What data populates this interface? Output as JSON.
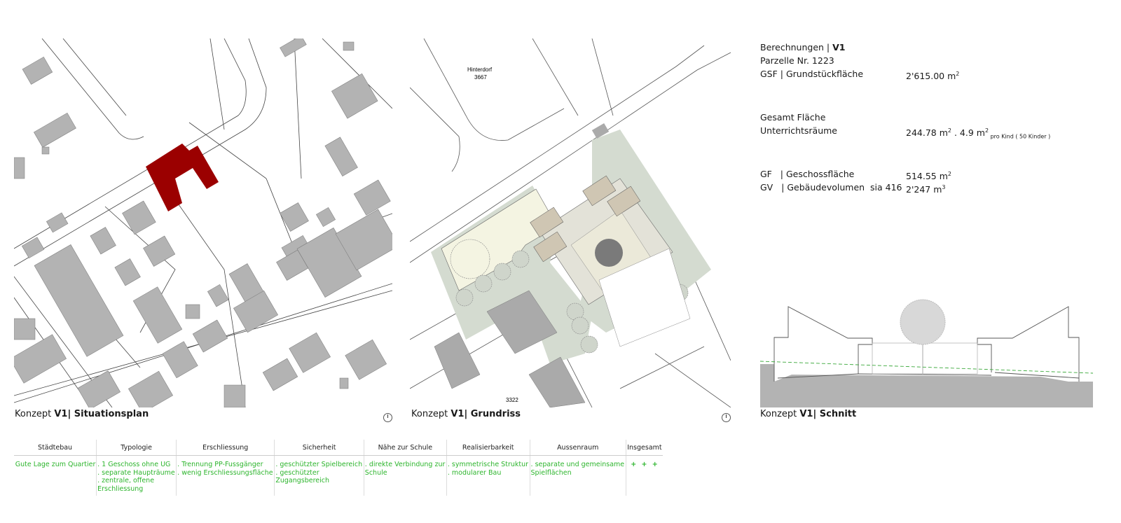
{
  "site_plan": {
    "caption_prefix": "Konzept ",
    "caption_variant": "V1",
    "caption_title": "| Situationsplan",
    "highlight_color": "#9b0000"
  },
  "floor_plan": {
    "caption_prefix": "Konzept ",
    "caption_variant": "V1",
    "caption_title": "| Grundriss",
    "labels": {
      "street": "Hinterdorf",
      "parcel_top": "3667",
      "parcel_bottom": "3322"
    }
  },
  "section": {
    "caption_prefix": "Konzept ",
    "caption_variant": "V1",
    "caption_title": "| Schnitt"
  },
  "calculations": {
    "title": "Berechnungen | ",
    "title_variant": "V1",
    "parcel": "Parzelle Nr. 1223",
    "gsf_label": "GSF | Grundstückfläche",
    "gsf_value": "2'615.00 m",
    "gsf_exp": "2",
    "total_label": "Gesamt Fläche",
    "rooms_label": "Unterrichtsräume",
    "rooms_value": "244.78 m",
    "rooms_exp": "2",
    "rooms_sep": " . 4.9 m",
    "rooms_exp2": "2",
    "rooms_note": " pro Kind ( 50 Kinder )",
    "gf_label": "GF   | Geschossfläche",
    "gf_value": "514.55 m",
    "gf_exp": "2",
    "gv_label": "GV   | Gebäudevolumen  sia 416",
    "gv_value": "2'247 m",
    "gv_exp": "3"
  },
  "evaluation": {
    "headers": [
      "Städtebau",
      "Typologie",
      "Erschliessung",
      "Sicherheit",
      "Nähe zur Schule",
      "Realisierbarkeit",
      "Aussenraum",
      "Insgesamt"
    ],
    "cells": [
      [
        "Gute Lage zum Quartier"
      ],
      [
        ". 1 Geschoss ohne UG",
        ". separate Haupträume",
        ". zentrale, offene",
        "Erschliessung"
      ],
      [
        ". Trennung PP-Fussgänger",
        ". wenig Erschliessungsfläche"
      ],
      [
        ". geschützter Spielbereich",
        ". geschützter",
        "Zugangsbereich"
      ],
      [
        ". direkte Verbindung zur",
        "Schule"
      ],
      [
        ". symmetrische Struktur",
        ". modularer Bau"
      ],
      [
        ". separate und gemeinsame",
        "Spielflächen"
      ],
      [
        "+ + +"
      ]
    ],
    "text_color": "#2db52d"
  }
}
